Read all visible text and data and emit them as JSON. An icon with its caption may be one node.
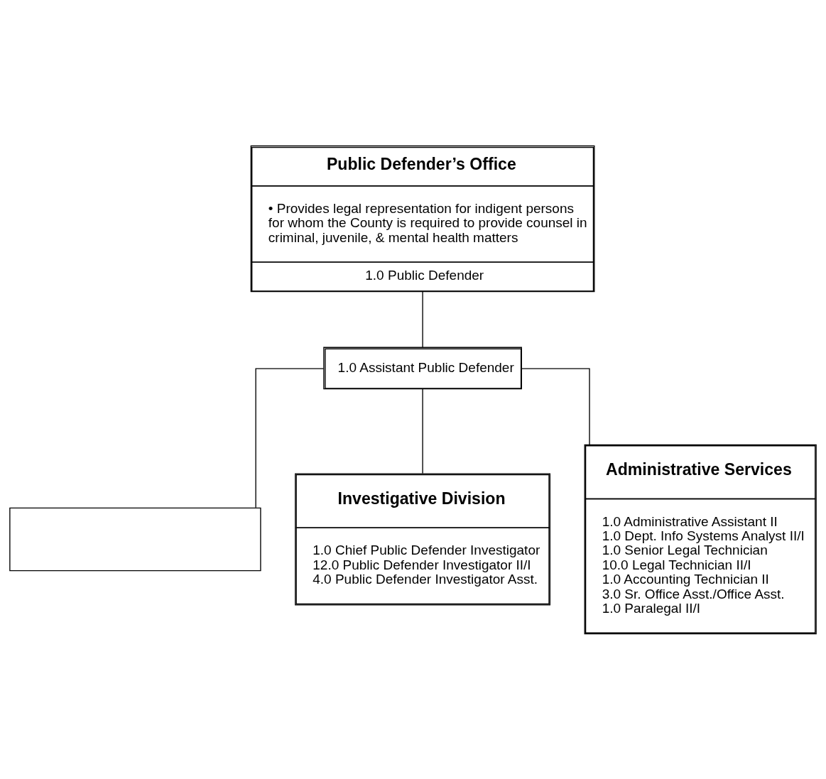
{
  "diagram": {
    "nodes": [
      {
        "text": [
          "Public Defender’s Office",
          "• Provides legal representation for indigent persons for whom the County is required to provide counsel in criminal, juvenile, & mental health matters",
          "1.0 Public Defender"
        ]
      },
      {
        "text": [
          "1.0 Assistant Public Defender"
        ]
      },
      {
        "text": [],
        "shape": "box"
      },
      {
        "text": [
          "Investigative Division",
          "1.0 Chief Public Defender Investigator",
          "12.0 Public Defender Investigator II/I",
          "4.0 Public Defender Investigator Asst."
        ]
      },
      {
        "text": [
          "Administrative Services",
          "1.0 Administrative Assistant II",
          "1.0 Dept. Info Systems Analyst II/I",
          "1.0 Senior Legal Technician",
          "10.0 Legal Technician II/I",
          "1.0 Accounting Technician II",
          "3.0 Sr. Office Asst./Office Asst.",
          "1.0 Paralegal II/I"
        ]
      }
    ],
    "edges": [
      {
        "from": 0,
        "to": 1,
        "arrow": "none"
      },
      {
        "from": 1,
        "to": 2,
        "arrow": "none"
      },
      {
        "from": 1,
        "to": 3,
        "arrow": "none"
      },
      {
        "from": 1,
        "to": 4,
        "arrow": "none"
      }
    ]
  }
}
